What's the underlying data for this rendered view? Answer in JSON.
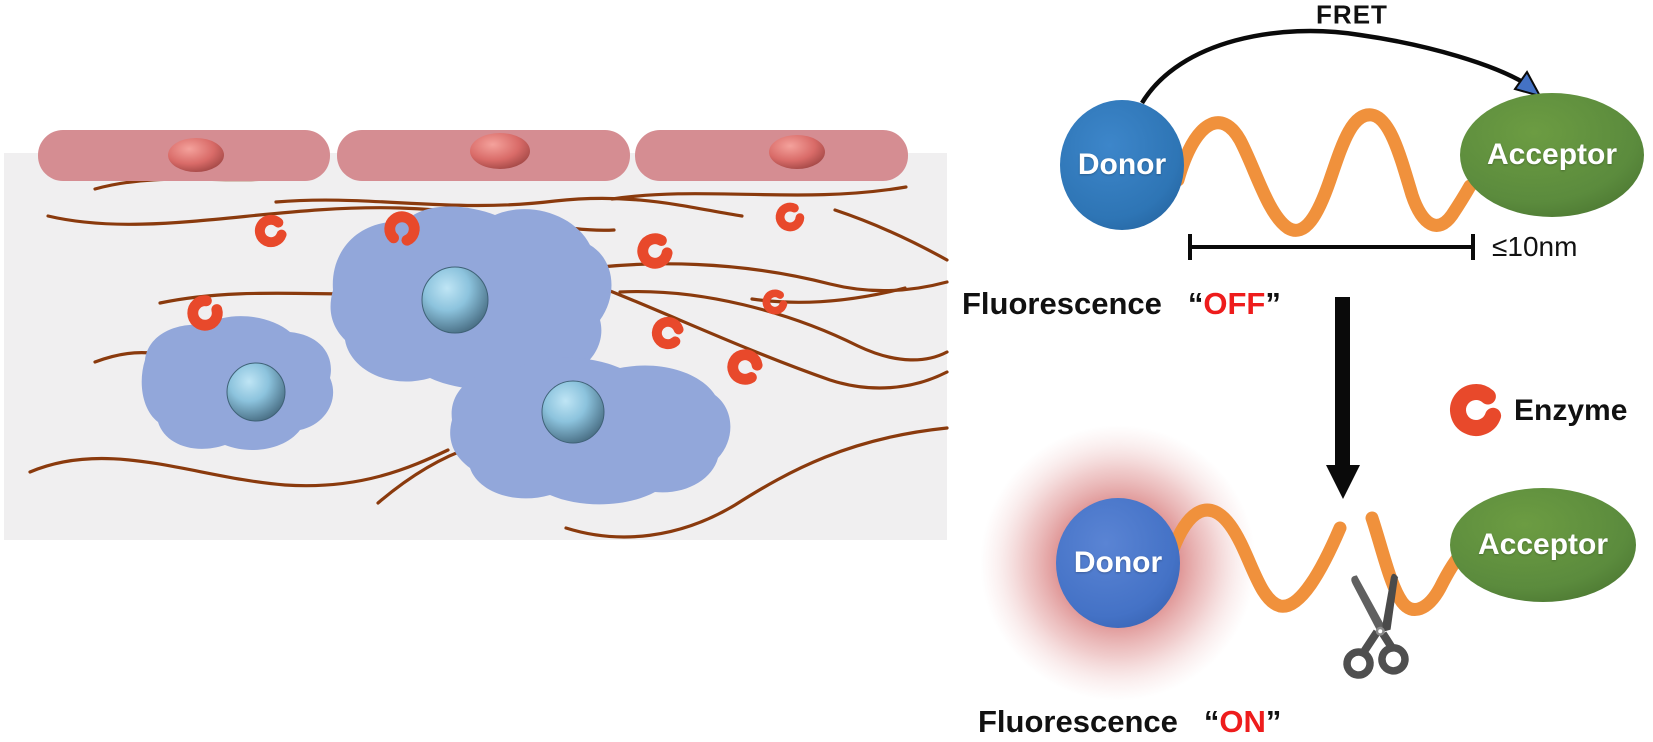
{
  "figure_title": "FRET enzyme-cleavage probe schematic",
  "left_panel": {
    "pink_cell_count": 3,
    "blue_cell_count": 3,
    "enzyme_count": 8,
    "icons": [
      "endothelial-cell",
      "fibroblast-cell",
      "collagen-fiber",
      "enzyme-crescent"
    ]
  },
  "top_diagram": {
    "fret_label": "FRET",
    "donor_label": "Donor",
    "acceptor_label": "Acceptor",
    "distance_label": "≤10nm",
    "status_prefix": "Fluorescence",
    "quote_open": "“",
    "status_value": "OFF",
    "quote_close": "”"
  },
  "legend": {
    "enzyme_label": "Enzyme",
    "enzyme_icon": "enzyme-crescent"
  },
  "bottom_diagram": {
    "donor_label": "Donor",
    "acceptor_label": "Acceptor",
    "status_prefix": "Fluorescence",
    "quote_open": "“",
    "status_value": "ON",
    "quote_close": "”",
    "icons": [
      "down-arrow",
      "scissors",
      "red-glow"
    ]
  },
  "colors": {
    "background_gray": "#f0eff0",
    "pink_cell": "#d58d92",
    "pink_nucleus": "#c8605f",
    "blue_cell": "#92a7da",
    "blue_nucleus": "#6fa7c2",
    "fiber_brown": "#8a3a0d",
    "enzyme_orange": "#e8492b",
    "donor_blue_top": "#2e75b5",
    "donor_blue_bottom": "#4472c6",
    "acceptor_green": "#5b8b3d",
    "linker_orange": "#f0913c",
    "status_red": "#ee1c1c",
    "arrow_black": "#0a0a0a",
    "scissors_gray": "#555555",
    "glow_red": "#c84040"
  }
}
